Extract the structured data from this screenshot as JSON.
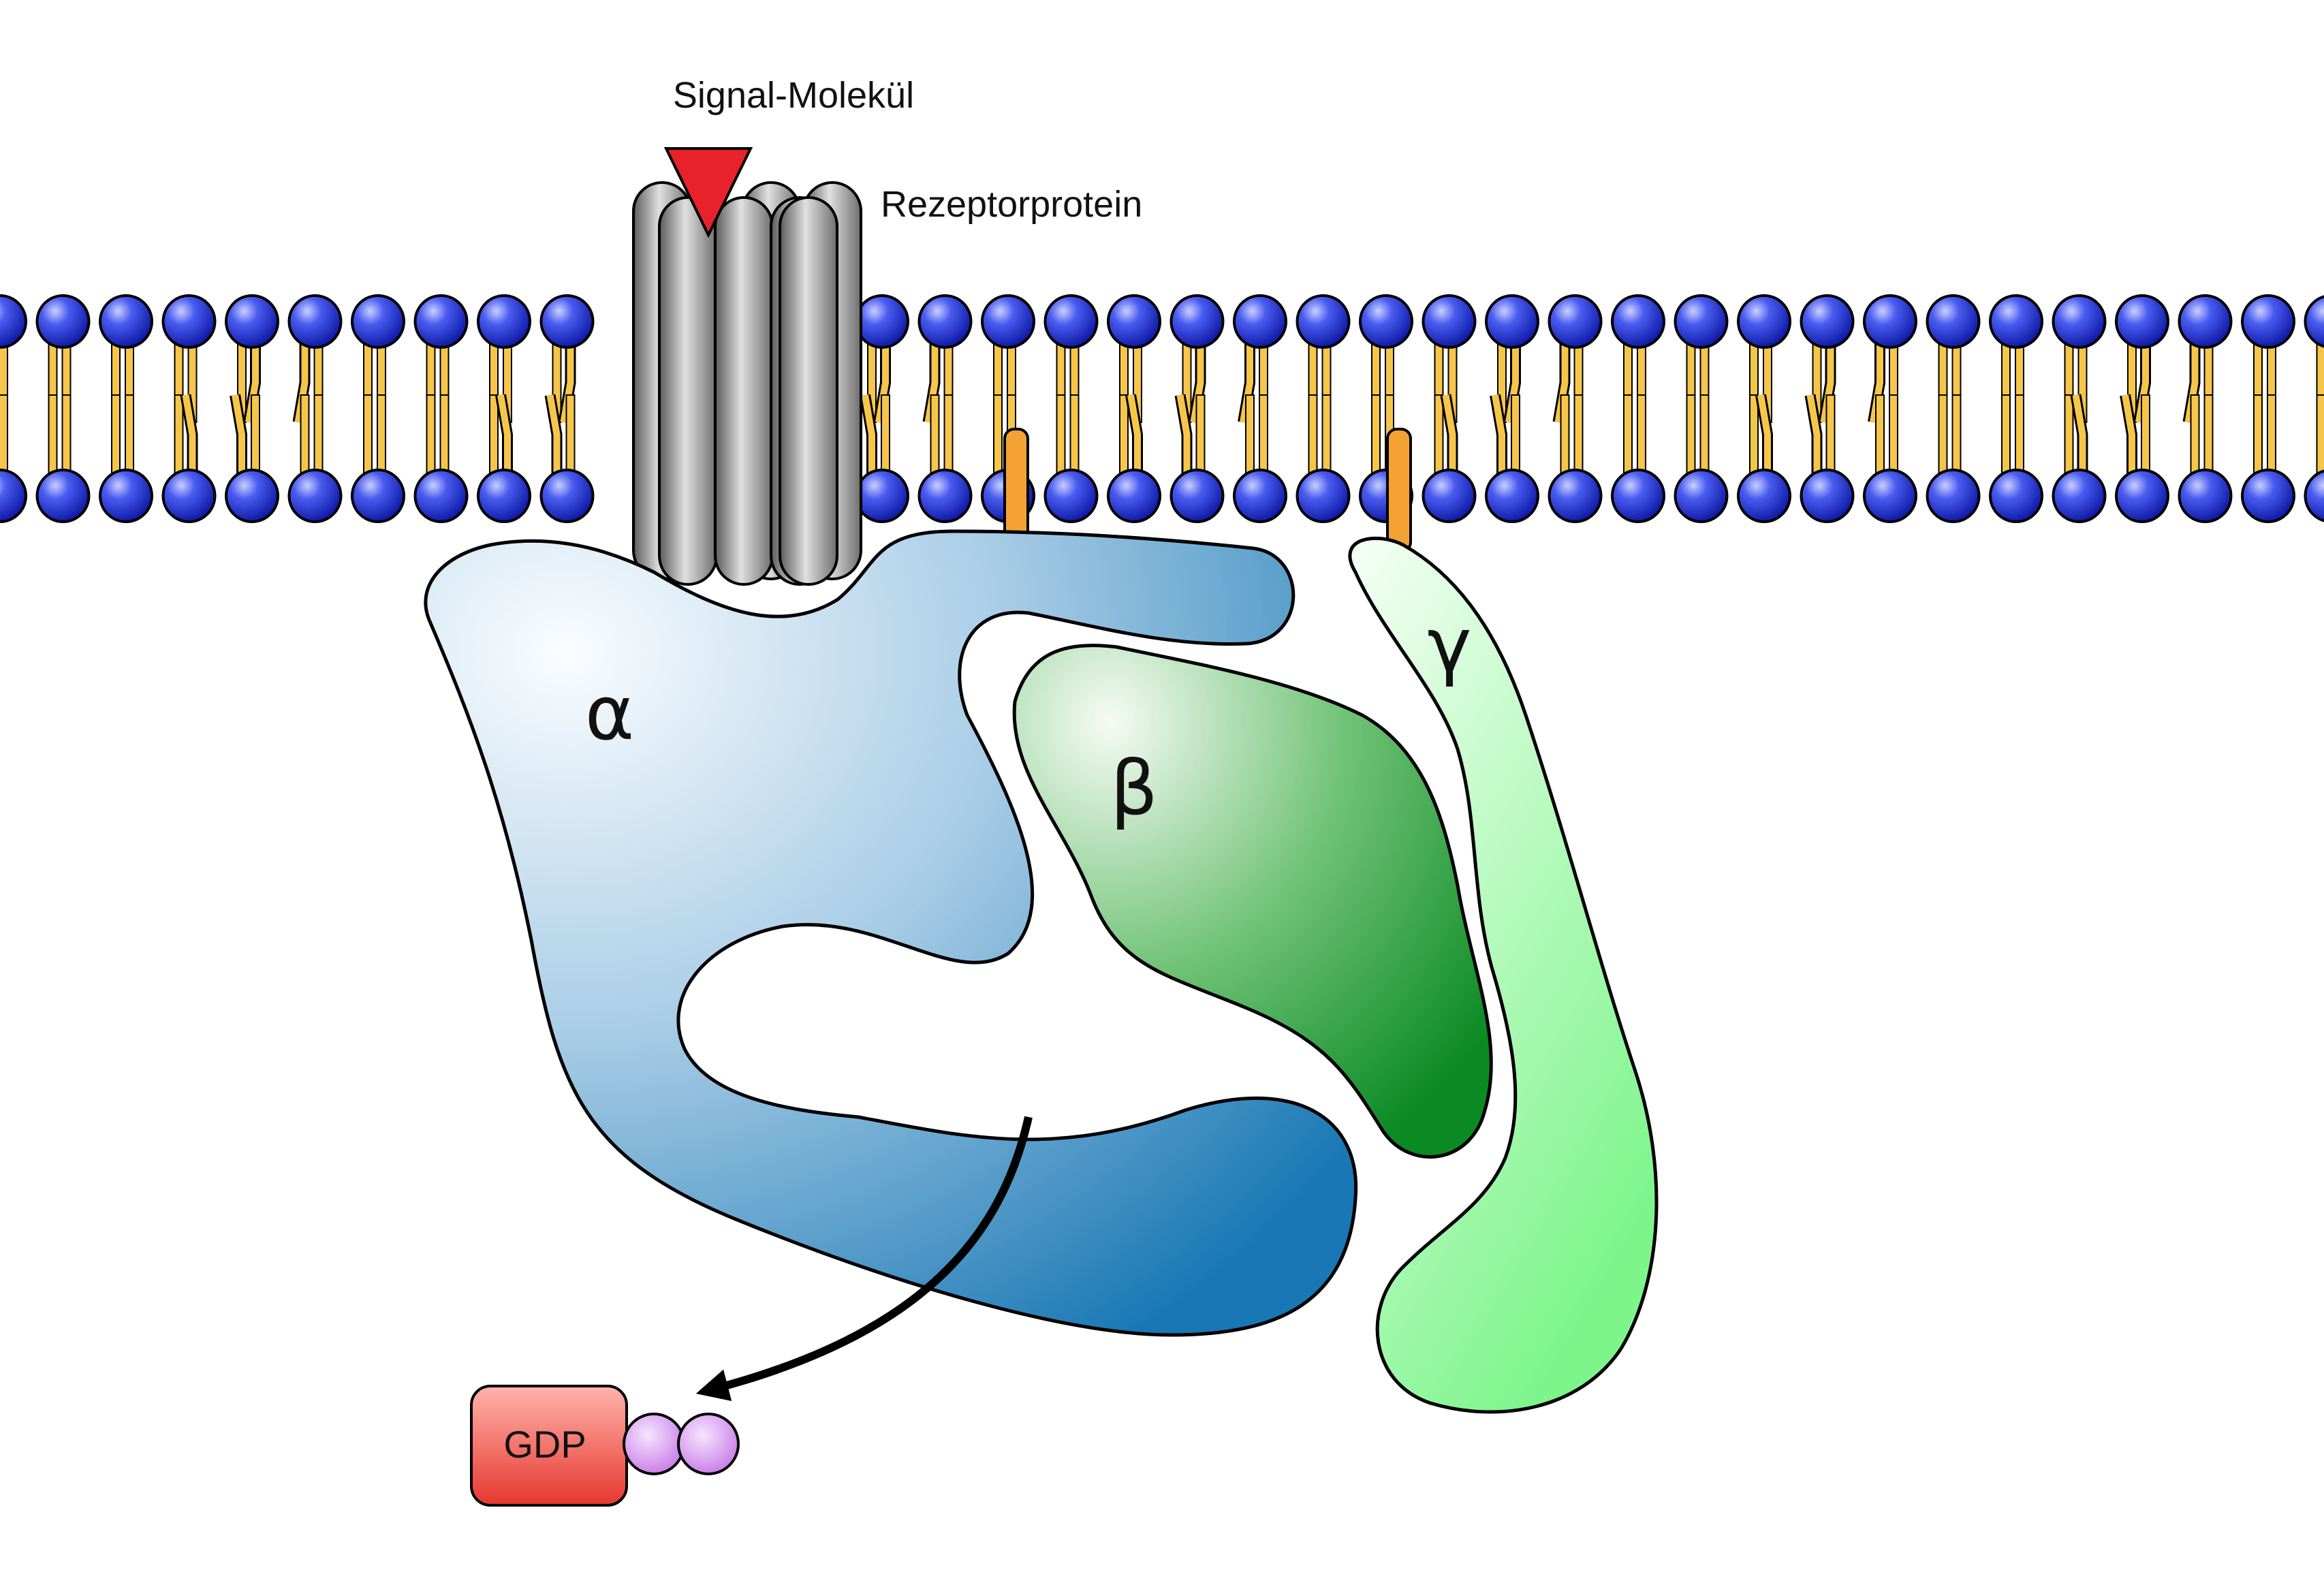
{
  "labels": {
    "signal_molecule": "Signal-Molekül",
    "receptor_protein": "Rezeptorprotein",
    "alpha": "α",
    "beta": "β",
    "gamma": "γ",
    "gdp": "GDP"
  },
  "colors": {
    "lipid_head": "#1f2fd8",
    "lipid_tail": "#f6c64a",
    "anchor": "#f4a233",
    "signal": "#e8222a",
    "alpha_light": "#f5f9fc",
    "alpha_dark": "#1a78b5",
    "beta_light": "#f1f9ef",
    "beta_dark": "#0a8a22",
    "gamma_light": "#f4fff4",
    "gamma_dark": "#7cf58a",
    "gdp_box": "#f0554c",
    "phosphate": "#d58ff0"
  },
  "icons": {
    "membrane": "phospholipid-bilayer",
    "receptor": "seven-helix-receptor",
    "arrow": "curved-arrow"
  }
}
